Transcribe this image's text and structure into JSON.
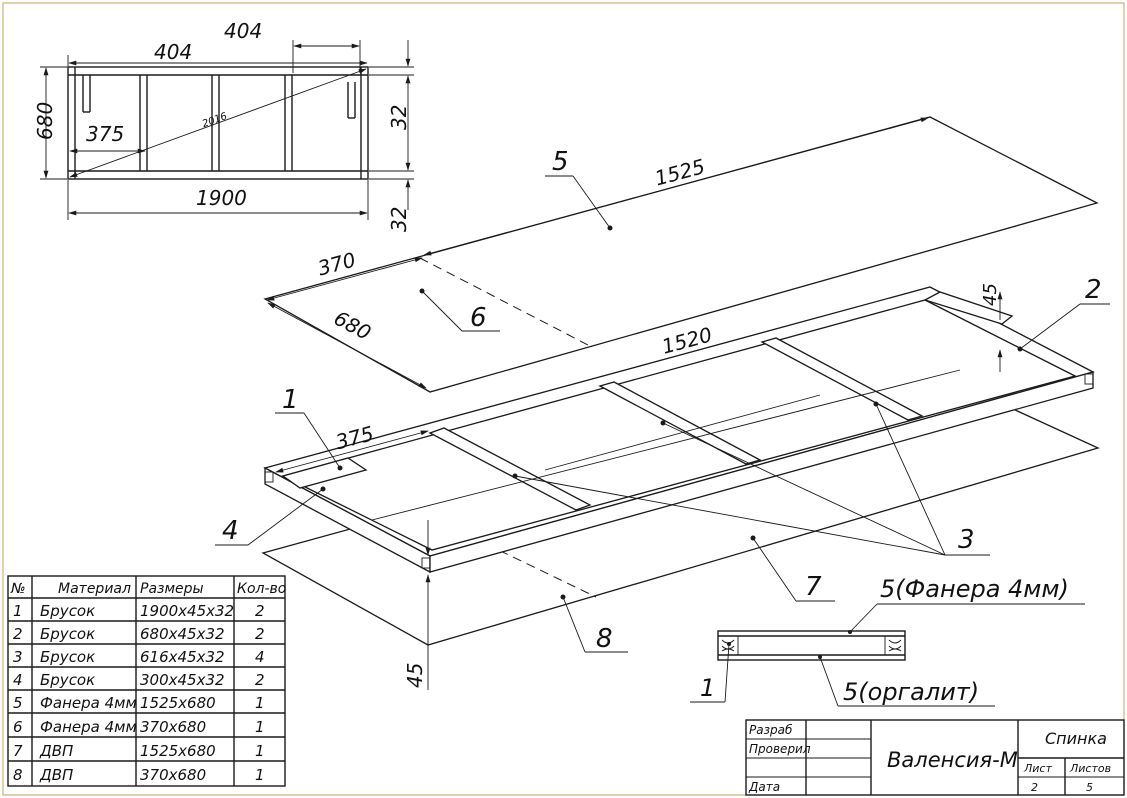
{
  "top_view": {
    "dim_total_length": "1900",
    "dim_height": "680",
    "dim_top_span": "404",
    "dim_right_span": "404",
    "dim_left_gap": "375",
    "dim_diagonal": "2016",
    "dim_right_upper": "32",
    "dim_right_lower": "32"
  },
  "iso_view": {
    "dim_plywood_length": "1525",
    "dim_plywood_small_length": "370",
    "dim_plywood_width": "680",
    "dim_frame_length": "1520",
    "dim_frame_spacing": "375",
    "dim_frame_height_top": "45",
    "dim_frame_height_bottom": "45",
    "labels": {
      "p1": "1",
      "p2": "2",
      "p3": "3",
      "p4": "4",
      "p5": "5",
      "p6": "6",
      "p7": "7",
      "p8": "8"
    }
  },
  "section_detail": {
    "label_top": "5(Фанера 4мм)",
    "label_bottom": "5(оргалит)",
    "label_part": "1"
  },
  "parts_table": {
    "headers": [
      "№",
      "Материал",
      "Размеры",
      "Кол-во"
    ],
    "rows": [
      [
        "1",
        "Брусок",
        "1900х45х32",
        "2"
      ],
      [
        "2",
        "Брусок",
        "680х45х32",
        "2"
      ],
      [
        "3",
        "Брусок",
        "616х45х32",
        "4"
      ],
      [
        "4",
        "Брусок",
        "300х45х32",
        "2"
      ],
      [
        "5",
        "Фанера 4мм",
        "1525х680",
        "1"
      ],
      [
        "6",
        "Фанера 4мм",
        "370х680",
        "1"
      ],
      [
        "7",
        "ДВП",
        "1525х680",
        "1"
      ],
      [
        "8",
        "ДВП",
        "370х680",
        "1"
      ]
    ]
  },
  "title_block": {
    "row_developed": "Разраб",
    "row_checked": "Проверил",
    "row_date": "Дата",
    "product_name": "Валенсия-М",
    "part_name": "Спинка",
    "sheet_label": "Лист",
    "sheets_label": "Листов",
    "sheet_value": "2",
    "sheets_value": "5"
  }
}
